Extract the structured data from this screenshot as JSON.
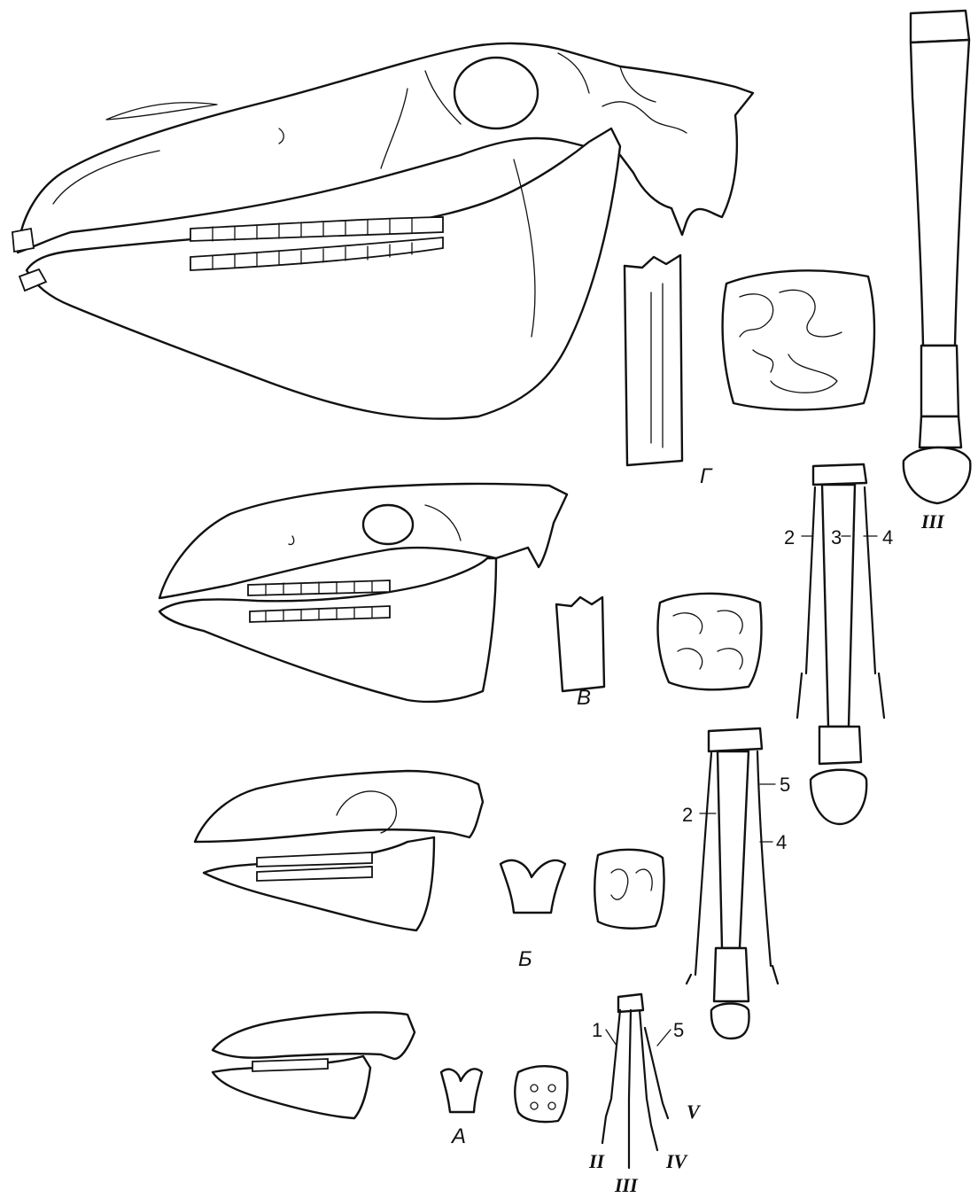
{
  "stages": {
    "a": "А",
    "b": "Б",
    "v": "В",
    "g": "Г"
  },
  "digit_labels": {
    "g_iii": "III",
    "v_2": "2",
    "v_3": "3",
    "v_4": "4",
    "b_2": "2",
    "b_5": "5",
    "b_4": "4",
    "a_1": "1",
    "a_5": "5",
    "a_ii": "II",
    "a_iii": "III",
    "a_iv": "IV",
    "a_v": "V"
  }
}
